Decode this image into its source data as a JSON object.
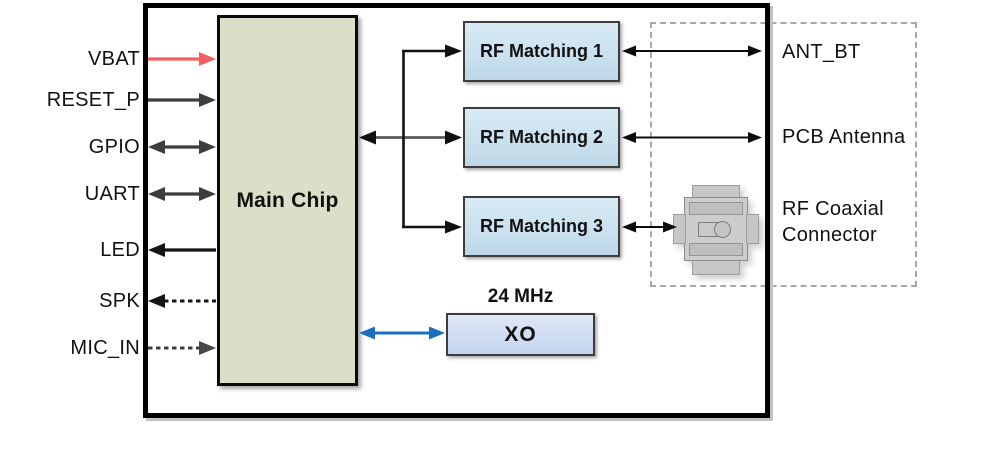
{
  "main_chip": {
    "label": "Main Chip"
  },
  "left_signals": [
    {
      "id": "vbat",
      "label": "VBAT",
      "direction": "to-chip",
      "line": "solid",
      "color": "#f25f5f"
    },
    {
      "id": "reset_p",
      "label": "RESET_P",
      "direction": "to-chip",
      "line": "solid",
      "color": "#3d3d3d"
    },
    {
      "id": "gpio",
      "label": "GPIO",
      "direction": "bidirectional",
      "line": "solid",
      "color": "#3d3d3d"
    },
    {
      "id": "uart",
      "label": "UART",
      "direction": "bidirectional",
      "line": "solid",
      "color": "#3d3d3d"
    },
    {
      "id": "led",
      "label": "LED",
      "direction": "from-chip",
      "line": "solid",
      "color": "#141414"
    },
    {
      "id": "spk",
      "label": "SPK",
      "direction": "from-chip",
      "line": "dashed",
      "color": "#141414"
    },
    {
      "id": "mic_in",
      "label": "MIC_IN",
      "direction": "to-chip",
      "line": "dashed",
      "color": "#3d3d3d"
    }
  ],
  "rf_matching": [
    {
      "label": "RF Matching 1"
    },
    {
      "label": "RF Matching 2"
    },
    {
      "label": "RF Matching 3"
    }
  ],
  "antennas": {
    "ant_bt": "ANT_BT",
    "pcb_antenna": "PCB Antenna",
    "rf_coaxial": "RF Coaxial Connector"
  },
  "oscillator": {
    "frequency": "24 MHz",
    "label": "XO",
    "link_color": "#1b6fbf"
  },
  "colors": {
    "chip_fill": "#dbdfc7",
    "rf_block_fill": "#cde2ef",
    "xo_fill": "#cdd9ef",
    "vbat_arrow": "#f25f5f",
    "signal_arrow": "#3d3d3d",
    "xo_arrow": "#1b6fbf",
    "dashed_group_border": "#a8a8a8"
  }
}
